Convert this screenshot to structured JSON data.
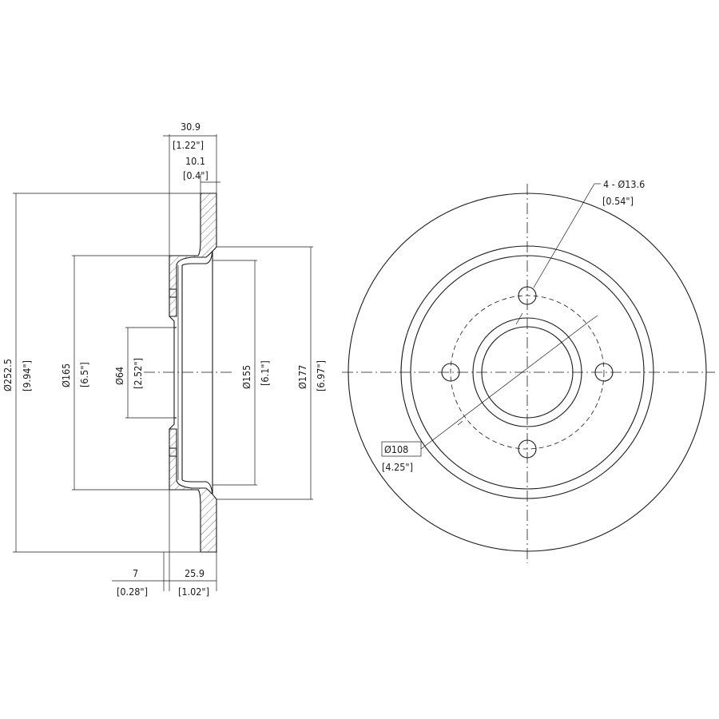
{
  "dimensions": {
    "total_thickness": {
      "mm": "30.9",
      "in": "[1.22\"]"
    },
    "disc_thickness": {
      "mm": "10.1",
      "in": "[0.4\"]"
    },
    "outer_diameter": {
      "mm": "Ø252.5",
      "in": "[9.94\"]"
    },
    "diameter_165": {
      "mm": "Ø165",
      "in": "[6.5\"]"
    },
    "center_bore": {
      "mm": "Ø64",
      "in": "[2.52\"]"
    },
    "diameter_155": {
      "mm": "Ø155",
      "in": "[6.1\"]"
    },
    "diameter_177": {
      "mm": "Ø177",
      "in": "[6.97\"]"
    },
    "hat_thickness": {
      "mm": "7",
      "in": "[0.28\"]"
    },
    "hat_height": {
      "mm": "25.9",
      "in": "[1.02\"]"
    },
    "bolt_holes": {
      "mm": "4 - Ø13.6",
      "in": "[0.54\"]"
    },
    "bolt_circle": {
      "mm": "Ø108",
      "in": "[4.25\"]"
    }
  }
}
